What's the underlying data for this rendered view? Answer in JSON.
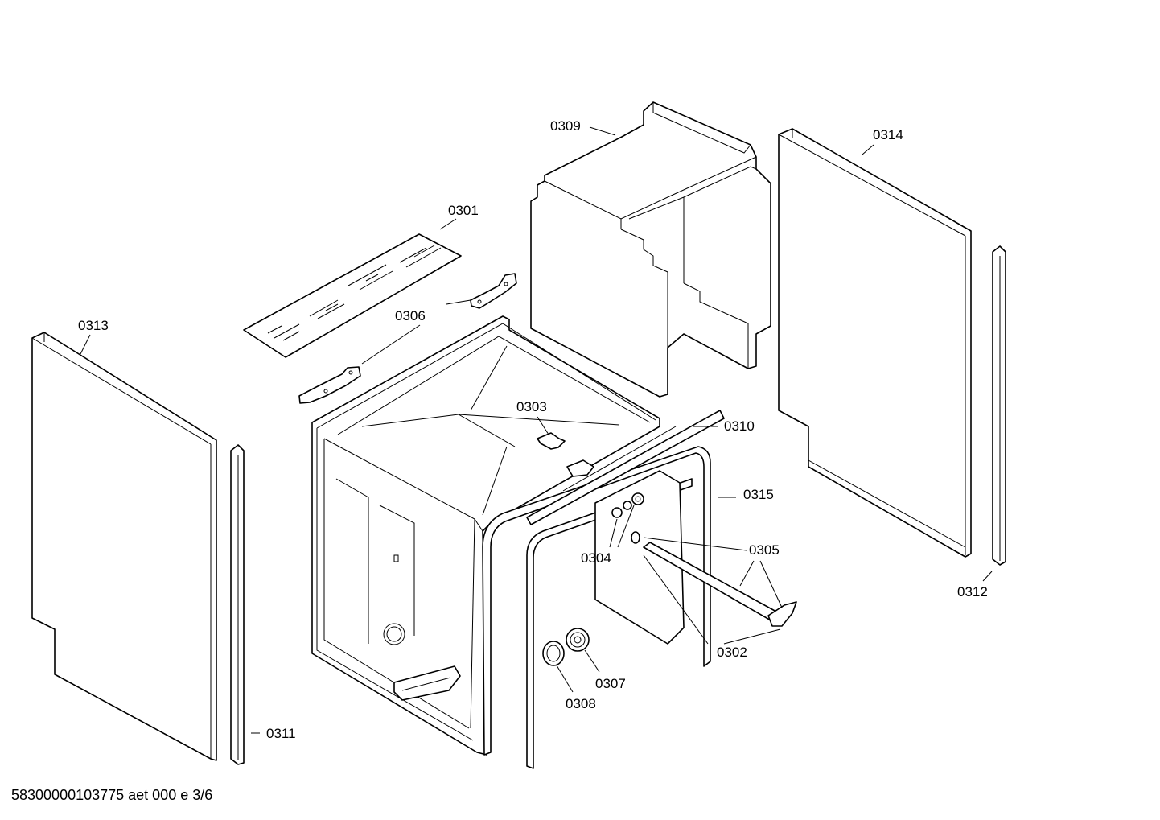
{
  "drawing": {
    "document_id": "58300000103775 aet 000 e 3/6"
  },
  "callouts": {
    "c0301": "0301",
    "c0302": "0302",
    "c0303": "0303",
    "c0304": "0304",
    "c0305": "0305",
    "c0306": "0306",
    "c0307": "0307",
    "c0308": "0308",
    "c0309": "0309",
    "c0310": "0310",
    "c0311": "0311",
    "c0312": "0312",
    "c0313": "0313",
    "c0314": "0314",
    "c0315": "0315"
  }
}
